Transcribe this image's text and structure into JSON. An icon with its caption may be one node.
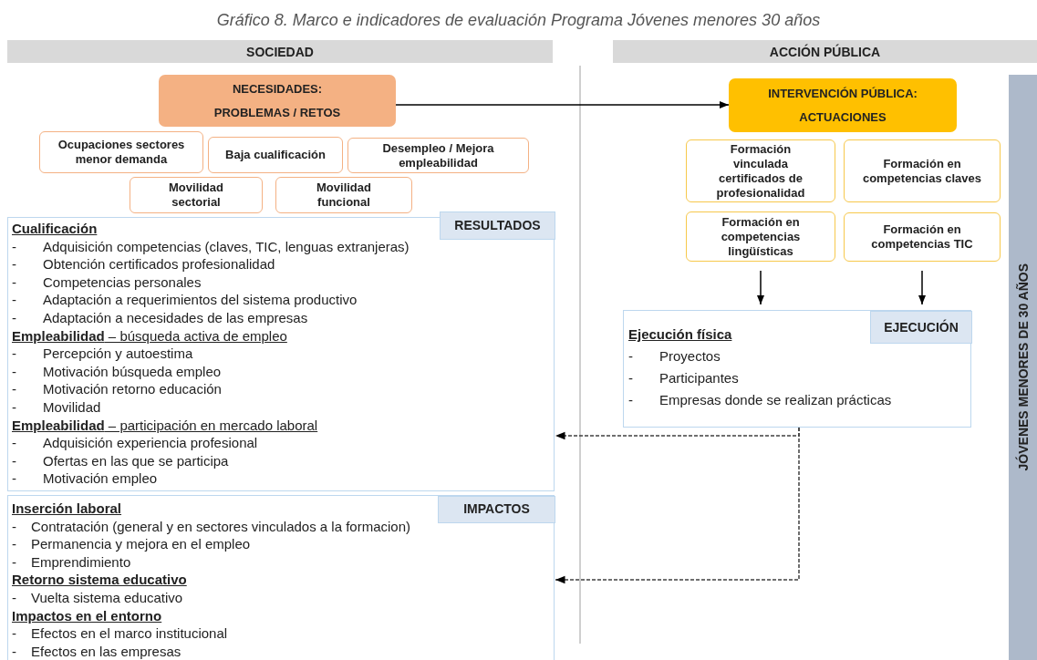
{
  "diagram": {
    "title": "Gráfico 8. Marco e indicadores de evaluación Programa Jóvenes menores 30 años",
    "nodes": [
      {
        "text": [
          "SOCIEDAD"
        ]
      },
      {
        "text": [
          "ACCIÓN PÚBLICA"
        ]
      },
      {
        "text": [
          "NECESIDADES: PROBLEMAS / RETOS"
        ]
      },
      {
        "text": [
          "Ocupaciones sectores menor demanda"
        ]
      },
      {
        "text": [
          "Baja cualificación"
        ]
      },
      {
        "text": [
          "Desempleo / Mejora empleabilidad"
        ]
      },
      {
        "text": [
          "Movilidad sectorial"
        ]
      },
      {
        "text": [
          "Movilidad funcional"
        ]
      },
      {
        "text": [
          "INTERVENCIÓN PÚBLICA: ACTUACIONES"
        ]
      },
      {
        "text": [
          "Formación vinculada certificados de profesionalidad"
        ]
      },
      {
        "text": [
          "Formación en competencias claves"
        ]
      },
      {
        "text": [
          "Formación en competencias lingüísticas"
        ]
      },
      {
        "text": [
          "Formación en competencias TIC"
        ]
      },
      {
        "text": [
          "Cualificación",
          "-\tAdquisición competencias (claves, TIC, lenguas extranjeras)",
          "-\tObtención certificados profesionalidad",
          "-\tCompetencias personales",
          "-\tAdaptación a requerimientos del sistema productivo",
          "-\tAdaptación a necesidades de las empresas",
          "**Empleabilidad** – búsqueda activa de empleo",
          "-\tPercepción y autoestima",
          "-\tMotivación búsqueda empleo",
          "-\tMotivación retorno educación",
          "-\tMovilidad",
          "**Empleabilidad** – participación en mercado laboral",
          "-\tAdquisición experiencia profesional",
          "-\tOfertas en las que se participa",
          "-\tMotivación empleo"
        ]
      },
      {
        "text": [
          "RESULTADOS"
        ],
        "in": 13
      },
      {
        "text": [
          "Inserción laboral",
          "-\tContratación (general y en sectores vinculados a la formacion)",
          "-\tPermanencia y mejora en el empleo",
          "-\tEmprendimiento",
          "Retorno sistema educativo",
          "-\tVuelta sistema educativo",
          "Impactos en el entorno",
          "-\tEfectos en el marco institucional",
          "-\tEfectos en las empresas"
        ]
      },
      {
        "text": [
          "IMPACTOS"
        ],
        "in": 15
      },
      {
        "text": [
          "Ejecución física",
          "-\tProyectos",
          "-\tParticipantes",
          "-\tEmpresas donde se realizan prácticas"
        ]
      },
      {
        "text": [
          "EJECUCIÓN"
        ],
        "in": 17
      },
      {
        "text": [
          "JÓVENES MENORES DE 30 AÑOS"
        ]
      }
    ],
    "edges": [
      {
        "from": 2,
        "to": 8,
        "arrow": "to"
      },
      {
        "from": 11,
        "to": 17,
        "arrow": "to"
      },
      {
        "from": 12,
        "to": 17,
        "arrow": "to"
      },
      {
        "from": 17,
        "to": 13,
        "arrow": "to",
        "style": "dashed"
      },
      {
        "from": 17,
        "to": 15,
        "arrow": "to",
        "style": "dashed"
      }
    ]
  }
}
